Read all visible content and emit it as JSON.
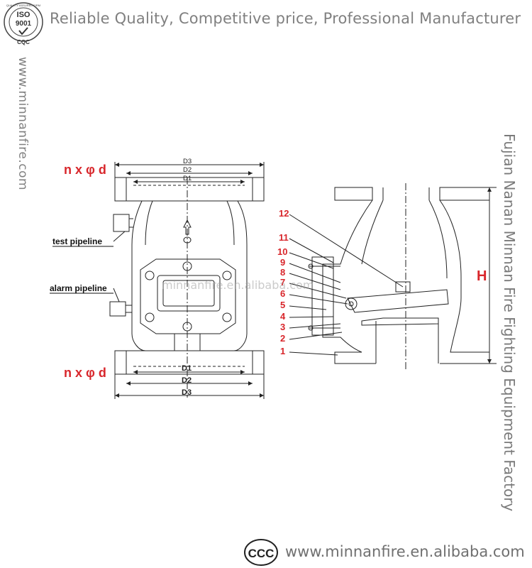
{
  "header": {
    "tagline": "Reliable Quality, Competitive price, Professional Manufacturer",
    "logo": {
      "top": "ISO",
      "mid": "9001",
      "bottom": "CQC",
      "ring": "QUALITY ASSURED FIRM"
    }
  },
  "sidebar_left": {
    "url": "www.minnanfire.com"
  },
  "sidebar_right": {
    "company": "Fujian Nanan Minnan Fire Fighting Equipment Factory"
  },
  "watermark": "minnanfire.en.alibaba.com",
  "diagram": {
    "bolt_spec": "n x φ d",
    "dimensions": [
      "D3",
      "D2",
      "D1"
    ],
    "labels": {
      "test_pipeline": "test pipeline",
      "alarm_pipeline": "alarm pipeline",
      "height": "H"
    },
    "part_numbers": [
      "12",
      "11",
      "10",
      "9",
      "8",
      "7",
      "6",
      "5",
      "4",
      "3",
      "2",
      "1"
    ]
  },
  "footer": {
    "cert_mark": "CCC",
    "url": "www.minnanfire.en.alibaba.com"
  },
  "colors": {
    "accent_red": "#d8262b",
    "text_grey": "#808080",
    "line": "#222222"
  }
}
